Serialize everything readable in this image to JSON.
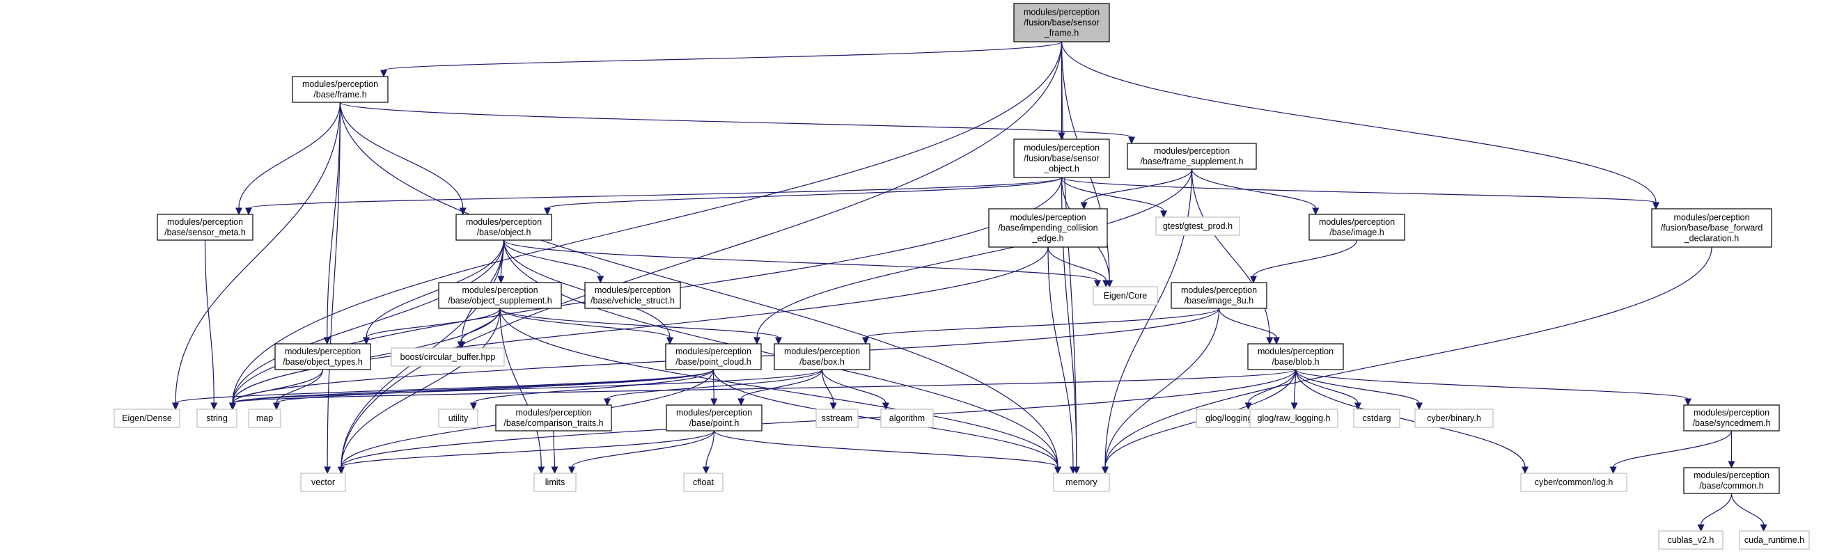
{
  "diagram": {
    "nodes": [
      {
        "id": "sensor_frame",
        "kind": "root",
        "lines": [
          "modules/perception",
          "/fusion/base/sensor",
          "_frame.h"
        ]
      },
      {
        "id": "frame",
        "kind": "internal",
        "lines": [
          "modules/perception",
          "/base/frame.h"
        ]
      },
      {
        "id": "sensor_object",
        "kind": "internal",
        "lines": [
          "modules/perception",
          "/fusion/base/sensor",
          "_object.h"
        ]
      },
      {
        "id": "frame_supplement",
        "kind": "internal",
        "lines": [
          "modules/perception",
          "/base/frame_supplement.h"
        ]
      },
      {
        "id": "base_forward",
        "kind": "internal",
        "lines": [
          "modules/perception",
          "/fusion/base/base_forward",
          "_declaration.h"
        ]
      },
      {
        "id": "sensor_meta",
        "kind": "internal",
        "lines": [
          "modules/perception",
          "/base/sensor_meta.h"
        ]
      },
      {
        "id": "object",
        "kind": "internal",
        "lines": [
          "modules/perception",
          "/base/object.h"
        ]
      },
      {
        "id": "impending",
        "kind": "internal",
        "lines": [
          "modules/perception",
          "/base/impending_collision",
          "_edge.h"
        ]
      },
      {
        "id": "gtest_prod",
        "kind": "external",
        "lines": [
          "gtest/gtest_prod.h"
        ]
      },
      {
        "id": "image",
        "kind": "internal",
        "lines": [
          "modules/perception",
          "/base/image.h"
        ]
      },
      {
        "id": "eigen_core",
        "kind": "external",
        "lines": [
          "Eigen/Core"
        ]
      },
      {
        "id": "object_supplement",
        "kind": "internal",
        "lines": [
          "modules/perception",
          "/base/object_supplement.h"
        ]
      },
      {
        "id": "vehicle_struct",
        "kind": "internal",
        "lines": [
          "modules/perception",
          "/base/vehicle_struct.h"
        ]
      },
      {
        "id": "image_8u",
        "kind": "internal",
        "lines": [
          "modules/perception",
          "/base/image_8u.h"
        ]
      },
      {
        "id": "object_types",
        "kind": "internal",
        "lines": [
          "modules/perception",
          "/base/object_types.h"
        ]
      },
      {
        "id": "circular_buffer",
        "kind": "external",
        "lines": [
          "boost/circular_buffer.hpp"
        ]
      },
      {
        "id": "point_cloud",
        "kind": "internal",
        "lines": [
          "modules/perception",
          "/base/point_cloud.h"
        ]
      },
      {
        "id": "box",
        "kind": "internal",
        "lines": [
          "modules/perception",
          "/base/box.h"
        ]
      },
      {
        "id": "blob",
        "kind": "internal",
        "lines": [
          "modules/perception",
          "/base/blob.h"
        ]
      },
      {
        "id": "eigen_dense",
        "kind": "external",
        "lines": [
          "Eigen/Dense"
        ]
      },
      {
        "id": "string",
        "kind": "external",
        "lines": [
          "string"
        ]
      },
      {
        "id": "map",
        "kind": "external",
        "lines": [
          "map"
        ]
      },
      {
        "id": "utility",
        "kind": "external",
        "lines": [
          "utility"
        ]
      },
      {
        "id": "comparison_traits",
        "kind": "internal",
        "lines": [
          "modules/perception",
          "/base/comparison_traits.h"
        ]
      },
      {
        "id": "sstream",
        "kind": "external",
        "lines": [
          "sstream"
        ]
      },
      {
        "id": "algorithm",
        "kind": "external",
        "lines": [
          "algorithm"
        ]
      },
      {
        "id": "glog_logging",
        "kind": "external",
        "lines": [
          "glog/logging.h"
        ]
      },
      {
        "id": "glog_raw",
        "kind": "external",
        "lines": [
          "glog/raw_logging.h"
        ]
      },
      {
        "id": "cstdarg",
        "kind": "external",
        "lines": [
          "cstdarg"
        ]
      },
      {
        "id": "cyber_binary",
        "kind": "external",
        "lines": [
          "cyber/binary.h"
        ]
      },
      {
        "id": "syncedmem",
        "kind": "internal",
        "lines": [
          "modules/perception",
          "/base/syncedmem.h"
        ]
      },
      {
        "id": "point",
        "kind": "internal",
        "lines": [
          "modules/perception",
          "/base/point.h"
        ]
      },
      {
        "id": "vector",
        "kind": "external",
        "lines": [
          "vector"
        ]
      },
      {
        "id": "limits",
        "kind": "external",
        "lines": [
          "limits"
        ]
      },
      {
        "id": "cfloat",
        "kind": "external",
        "lines": [
          "cfloat"
        ]
      },
      {
        "id": "memory",
        "kind": "external",
        "lines": [
          "memory"
        ]
      },
      {
        "id": "cyber_log",
        "kind": "external",
        "lines": [
          "cyber/common/log.h"
        ]
      },
      {
        "id": "common",
        "kind": "internal",
        "lines": [
          "modules/perception",
          "/base/common.h"
        ]
      },
      {
        "id": "cublas",
        "kind": "external",
        "lines": [
          "cublas_v2.h"
        ]
      },
      {
        "id": "cuda_runtime",
        "kind": "external",
        "lines": [
          "cuda_runtime.h"
        ]
      }
    ],
    "edges": [
      [
        "sensor_frame",
        "frame"
      ],
      [
        "sensor_frame",
        "sensor_object"
      ],
      [
        "sensor_frame",
        "base_forward"
      ],
      [
        "sensor_frame",
        "eigen_core"
      ],
      [
        "sensor_frame",
        "memory"
      ],
      [
        "sensor_frame",
        "string"
      ],
      [
        "sensor_frame",
        "vector"
      ],
      [
        "frame",
        "frame_supplement"
      ],
      [
        "frame",
        "sensor_meta"
      ],
      [
        "frame",
        "object"
      ],
      [
        "frame",
        "object_types"
      ],
      [
        "frame",
        "eigen_dense"
      ],
      [
        "frame",
        "vector"
      ],
      [
        "frame",
        "memory"
      ],
      [
        "sensor_object",
        "sensor_meta"
      ],
      [
        "sensor_object",
        "object"
      ],
      [
        "sensor_object",
        "gtest_prod"
      ],
      [
        "sensor_object",
        "eigen_core"
      ],
      [
        "sensor_object",
        "base_forward"
      ],
      [
        "sensor_object",
        "memory"
      ],
      [
        "sensor_object",
        "string"
      ],
      [
        "frame_supplement",
        "impending"
      ],
      [
        "frame_supplement",
        "image"
      ],
      [
        "frame_supplement",
        "blob"
      ],
      [
        "frame_supplement",
        "point_cloud"
      ],
      [
        "frame_supplement",
        "memory"
      ],
      [
        "base_forward",
        "memory"
      ],
      [
        "sensor_meta",
        "string"
      ],
      [
        "object",
        "object_supplement"
      ],
      [
        "object",
        "vehicle_struct"
      ],
      [
        "object",
        "eigen_core"
      ],
      [
        "object",
        "object_types"
      ],
      [
        "object",
        "circular_buffer"
      ],
      [
        "object",
        "point_cloud"
      ],
      [
        "object",
        "string"
      ],
      [
        "object",
        "vector"
      ],
      [
        "object",
        "memory"
      ],
      [
        "impending",
        "eigen_core"
      ],
      [
        "impending",
        "memory"
      ],
      [
        "impending",
        "string"
      ],
      [
        "image",
        "image_8u"
      ],
      [
        "image_8u",
        "blob"
      ],
      [
        "image_8u",
        "box"
      ],
      [
        "image_8u",
        "memory"
      ],
      [
        "image_8u",
        "string"
      ],
      [
        "object_supplement",
        "object_types"
      ],
      [
        "object_supplement",
        "circular_buffer"
      ],
      [
        "object_supplement",
        "point_cloud"
      ],
      [
        "object_supplement",
        "box"
      ],
      [
        "object_supplement",
        "vector"
      ],
      [
        "object_supplement",
        "memory"
      ],
      [
        "object_supplement",
        "limits"
      ],
      [
        "object_supplement",
        "string"
      ],
      [
        "object_types",
        "string"
      ],
      [
        "object_types",
        "map"
      ],
      [
        "point_cloud",
        "point"
      ],
      [
        "point_cloud",
        "eigen_dense"
      ],
      [
        "point_cloud",
        "string"
      ],
      [
        "point_cloud",
        "utility"
      ],
      [
        "point_cloud",
        "vector"
      ],
      [
        "point_cloud",
        "memory"
      ],
      [
        "point_cloud",
        "map"
      ],
      [
        "box",
        "comparison_traits"
      ],
      [
        "box",
        "point"
      ],
      [
        "box",
        "sstream"
      ],
      [
        "box",
        "algorithm"
      ],
      [
        "box",
        "string"
      ],
      [
        "blob",
        "glog_logging"
      ],
      [
        "blob",
        "glog_raw"
      ],
      [
        "blob",
        "cstdarg"
      ],
      [
        "blob",
        "cyber_binary"
      ],
      [
        "blob",
        "cyber_log"
      ],
      [
        "blob",
        "syncedmem"
      ],
      [
        "blob",
        "memory"
      ],
      [
        "blob",
        "vector"
      ],
      [
        "blob",
        "string"
      ],
      [
        "comparison_traits",
        "limits"
      ],
      [
        "point",
        "vector"
      ],
      [
        "point",
        "limits"
      ],
      [
        "point",
        "cfloat"
      ],
      [
        "point",
        "memory"
      ],
      [
        "syncedmem",
        "cyber_log"
      ],
      [
        "syncedmem",
        "common"
      ],
      [
        "common",
        "cublas"
      ],
      [
        "common",
        "cuda_runtime"
      ]
    ]
  }
}
